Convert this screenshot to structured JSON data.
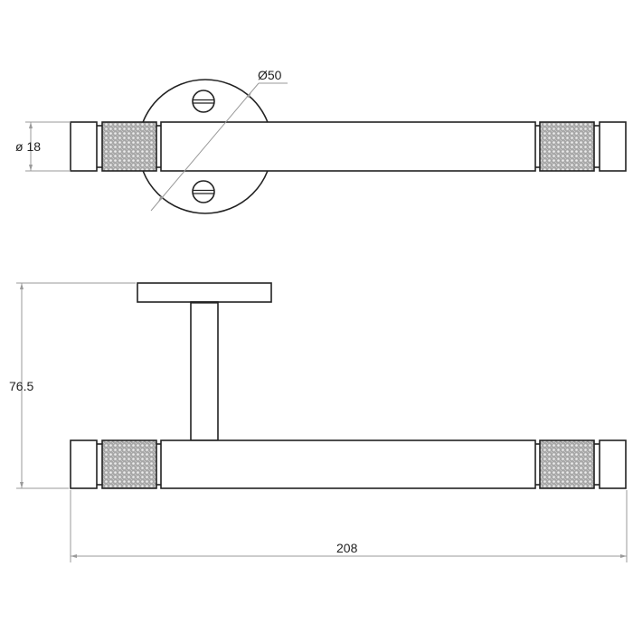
{
  "drawing": {
    "title": "Toilet roll holder technical drawing",
    "views": [
      "front-view",
      "side-view"
    ],
    "dimensions": {
      "bar_diameter": "ø 18",
      "rose_diameter": "Ø50",
      "projection": "76.5",
      "overall_length": "208"
    },
    "colors": {
      "line": "#222222",
      "dimension_line": "#9a9a9a",
      "knurl_fill": "#b8b8b8",
      "background": "#ffffff"
    }
  }
}
